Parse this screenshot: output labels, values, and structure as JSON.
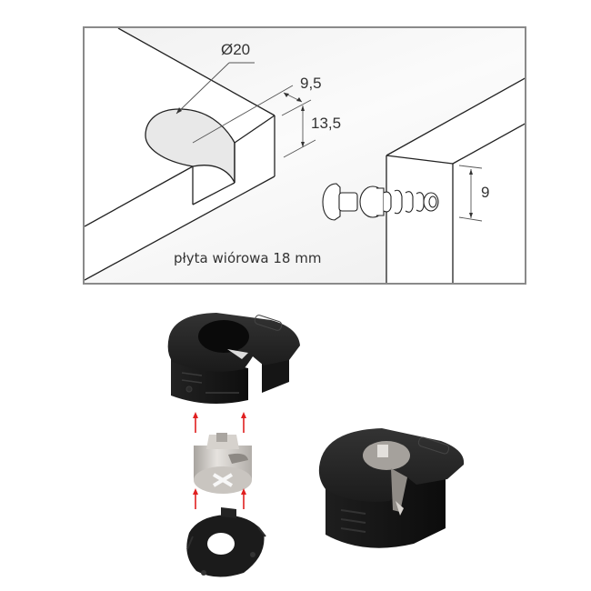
{
  "technical_drawing": {
    "dimensions": {
      "hole_diameter": "Ø20",
      "edge_offset": "9,5",
      "hole_depth": "13,5",
      "dowel_offset": "9"
    },
    "caption": "płyta wiórowa 18 mm",
    "colors": {
      "frame_border": "#8a8a8a",
      "line": "#222222",
      "dim_line": "#555555",
      "background": "#f4f4f4"
    }
  },
  "product_images": {
    "exploded_view": {
      "parts": [
        "housing-cap",
        "metal-cam",
        "base-plate"
      ],
      "arrow_color": "#e02020"
    },
    "assembled_view": {
      "parts": [
        "assembled-cam-lock"
      ]
    },
    "colors": {
      "plastic": "#1c1c1c",
      "metal": "#c8c4bf"
    }
  }
}
